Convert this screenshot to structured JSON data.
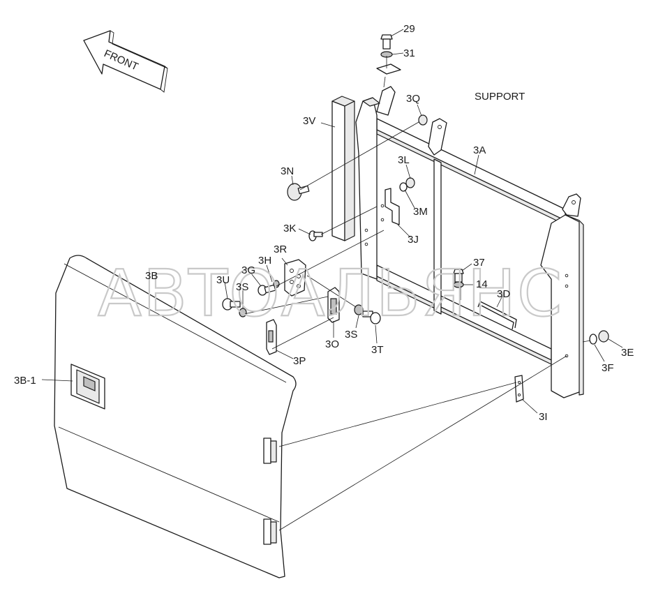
{
  "direction_arrow": {
    "label": "FRONT"
  },
  "section_label": "SUPPORT",
  "watermark": "АВТОАЛЬЯНС",
  "callouts": {
    "c29": "29",
    "c31": "31",
    "c3Q": "3Q",
    "c3V": "3V",
    "c3A": "3A",
    "c3L": "3L",
    "c3N": "3N",
    "c3M": "3M",
    "c3K": "3K",
    "c3J": "3J",
    "c3R": "3R",
    "c37": "37",
    "c3H": "3H",
    "c3G": "3G",
    "c3B": "3B",
    "c3U": "3U",
    "c3S_left": "3S",
    "c14": "14",
    "c3D": "3D",
    "c3S_right": "3S",
    "c3T": "3T",
    "c3O": "3O",
    "c3P": "3P",
    "c3E": "3E",
    "c3F": "3F",
    "c3B1": "3B-1",
    "c3I": "3I"
  }
}
